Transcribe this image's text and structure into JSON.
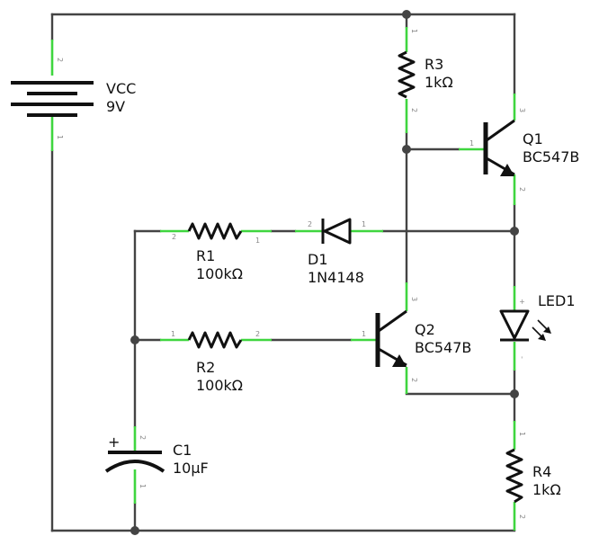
{
  "colors": {
    "wire": "#444444",
    "pin_lead": "#3fd63f",
    "symbol": "#111111",
    "pin_number": "#888888"
  },
  "components": {
    "battery": {
      "name": "VCC",
      "value": "9V",
      "pins": [
        "2",
        "1"
      ]
    },
    "r3": {
      "name": "R3",
      "value": "1kΩ",
      "pins": [
        "1",
        "2"
      ]
    },
    "q1": {
      "name": "Q1",
      "value": "BC547B",
      "pins": [
        "1",
        "3",
        "2"
      ]
    },
    "r1": {
      "name": "R1",
      "value": "100kΩ",
      "pins": [
        "2",
        "1"
      ]
    },
    "d1": {
      "name": "D1",
      "value": "1N4148",
      "pins": [
        "2",
        "1"
      ]
    },
    "led1": {
      "name": "LED1",
      "pins": [
        "+",
        "-"
      ]
    },
    "q2": {
      "name": "Q2",
      "value": "BC547B",
      "pins": [
        "1",
        "3",
        "2"
      ]
    },
    "r2": {
      "name": "R2",
      "value": "100kΩ",
      "pins": [
        "1",
        "2"
      ]
    },
    "c1": {
      "name": "C1",
      "value": "10µF",
      "polarity": "+",
      "pins": [
        "2",
        "1"
      ]
    },
    "r4": {
      "name": "R4",
      "value": "1kΩ",
      "pins": [
        "1",
        "2"
      ]
    }
  }
}
